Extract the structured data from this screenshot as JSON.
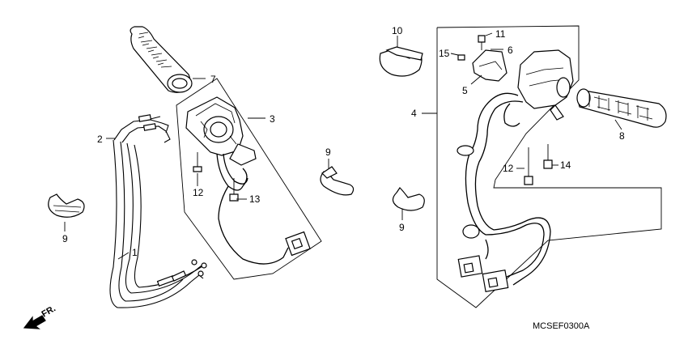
{
  "diagram": {
    "catalog_code": "MCSEF0300A",
    "front_indicator": "FR.",
    "callouts": [
      {
        "id": "c1",
        "text": "1"
      },
      {
        "id": "c2",
        "text": "2"
      },
      {
        "id": "c3",
        "text": "3"
      },
      {
        "id": "c4",
        "text": "4"
      },
      {
        "id": "c5",
        "text": "5"
      },
      {
        "id": "c6",
        "text": "6"
      },
      {
        "id": "c7",
        "text": "7"
      },
      {
        "id": "c8",
        "text": "8"
      },
      {
        "id": "c9a",
        "text": "9"
      },
      {
        "id": "c9b",
        "text": "9"
      },
      {
        "id": "c9c",
        "text": "9"
      },
      {
        "id": "c10",
        "text": "10"
      },
      {
        "id": "c11",
        "text": "11"
      },
      {
        "id": "c12a",
        "text": "12"
      },
      {
        "id": "c12b",
        "text": "12"
      },
      {
        "id": "c13",
        "text": "13"
      },
      {
        "id": "c14",
        "text": "14"
      },
      {
        "id": "c15",
        "text": "15"
      }
    ]
  }
}
